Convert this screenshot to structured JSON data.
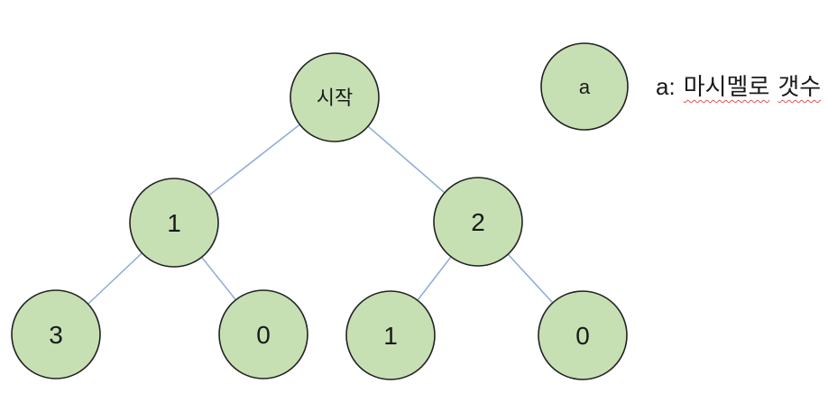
{
  "colors": {
    "node_fill": "#c6e0b4",
    "node_stroke": "#222222",
    "edge": "#8eaadb",
    "text": "#1a1a1a",
    "squiggle": "#e05252",
    "background": "#ffffff"
  },
  "diagram": {
    "type": "tree",
    "nodes": [
      {
        "id": "start",
        "label": "시작",
        "level": 0
      },
      {
        "id": "left",
        "label": "1",
        "level": 1
      },
      {
        "id": "right",
        "label": "2",
        "level": 1
      },
      {
        "id": "left-left",
        "label": "3",
        "level": 2
      },
      {
        "id": "left-right",
        "label": "0",
        "level": 2
      },
      {
        "id": "right-left",
        "label": "1",
        "level": 2
      },
      {
        "id": "right-right",
        "label": "0",
        "level": 2
      }
    ],
    "edges": [
      {
        "from": "start",
        "to": "left"
      },
      {
        "from": "start",
        "to": "right"
      },
      {
        "from": "left",
        "to": "left-left"
      },
      {
        "from": "left",
        "to": "left-right"
      },
      {
        "from": "right",
        "to": "right-left"
      },
      {
        "from": "right",
        "to": "right-right"
      }
    ]
  },
  "legend": {
    "node_label": "a",
    "prefix": "a:",
    "word1": "마시멜로",
    "word2": "갯수",
    "full_text": "a: 마시멜로 갯수"
  }
}
